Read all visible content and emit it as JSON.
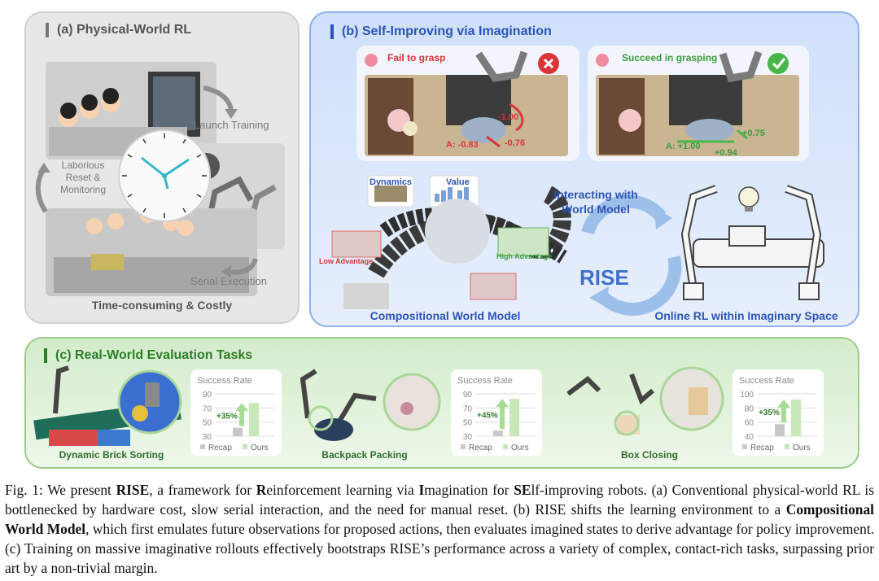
{
  "panel_a": {
    "title": "(a) Physical-World RL",
    "launch_training": "Launch Training",
    "laborious": "Laborious\nReset &\nMonitoring",
    "serial_execution": "Serial Execution",
    "footer": "Time-consuming & Costly"
  },
  "panel_b": {
    "title": "(b) Self-Improving via Imagination",
    "fail": {
      "label": "Fail to grasp",
      "a_label": "A: -0.83",
      "v1": "-1.00",
      "v2": "-0.76"
    },
    "success": {
      "label": "Succeed in grasping",
      "a_label": "A: +1.00",
      "v1": "+0.75",
      "v2": "+0.94"
    },
    "dynamics": "Dynamics",
    "value": "Value",
    "low_adv": "Low Advantage",
    "high_adv": "High Advantage",
    "interacting": "Interacting with\nWorld Model",
    "rise": "RISE",
    "cwm": "Compositional World Model",
    "online_rl": "Online RL within Imaginary Space"
  },
  "panel_c": {
    "title": "(c) Real-World Evaluation Tasks",
    "tasks": [
      {
        "name": "Dynamic Brick Sorting",
        "sr_title": "Success Rate",
        "ticks": [
          "90",
          "70",
          "50",
          "30"
        ],
        "gain": "+35%",
        "legend": [
          "Recap",
          "Ours"
        ],
        "recap": 42,
        "ours": 77,
        "ymin": 30,
        "ymax": 90
      },
      {
        "name": "Backpack Packing",
        "sr_title": "Success Rate",
        "ticks": [
          "90",
          "70",
          "50",
          "30"
        ],
        "gain": "+45%",
        "legend": [
          "Recap",
          "Ours"
        ],
        "recap": 38,
        "ours": 83,
        "ymin": 30,
        "ymax": 90
      },
      {
        "name": "Box Closing",
        "sr_title": "Success Rate",
        "ticks": [
          "100",
          "80",
          "60",
          "40"
        ],
        "gain": "+35%",
        "legend": [
          "Recap",
          "Ours"
        ],
        "recap": 57,
        "ours": 92,
        "ymin": 40,
        "ymax": 100
      }
    ]
  },
  "caption": {
    "t1": "Fig. 1: We present ",
    "b1": "RISE",
    "t2": ", a framework for ",
    "b2": "R",
    "t3": "einforcement learning via ",
    "b3": "I",
    "t4": "magination for ",
    "b4": "SE",
    "t5": "lf-improving robots. (a) Conventional physical-world RL is bottlenecked by hardware cost, slow serial interaction, and the need for manual reset. (b) RISE shifts the learning environment to a ",
    "b5": "Compositional World Model",
    "t6": ", which first emulates future observations for proposed actions, then evaluates imagined states to derive advantage for policy improvement. (c) Training on massive imaginative rollouts effectively bootstraps RISE’s performance across a variety of complex, contact-rich tasks, surpassing prior art by a non-trivial margin."
  },
  "colors": {
    "gray_panel": "#e7e7e7",
    "blue_title": "#2c54b8",
    "green_title": "#2f7d2a",
    "fail_red": "#d8343a",
    "success_green": "#49b64a",
    "bar_gray": "#c8c8c8",
    "bar_green": "#c7e8b9"
  }
}
